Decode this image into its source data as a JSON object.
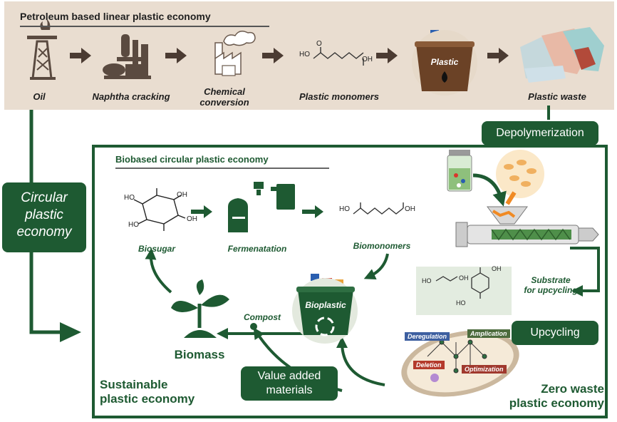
{
  "top": {
    "title": "Petroleum based linear plastic economy",
    "steps": {
      "oil": "Oil",
      "naphtha": "Naphtha cracking",
      "chem1": "Chemical",
      "chem2": "conversion",
      "monomers": "Plastic monomers",
      "waste": "Plastic waste"
    },
    "bucket": "Plastic"
  },
  "mono": {
    "ho": "HO",
    "oh": "OH",
    "o": "O"
  },
  "circ": {
    "title": "Biobased circular plastic economy",
    "biosugar": "Biosugar",
    "ferment": "Fermenatation",
    "biomonomers": "Biomonomers",
    "bioplastic": "Bioplastic",
    "compost": "Compost",
    "biomass": "Biomass"
  },
  "sugar": {
    "oh": "OH",
    "ho": "HO"
  },
  "side": {
    "l1": "Circular",
    "l2": "plastic",
    "l3": "economy"
  },
  "pills": {
    "depoly": "Depolymerization",
    "upcycling": "Upcycling",
    "value1": "Value added",
    "value2": "materials"
  },
  "substrate": {
    "l1": "Substrate",
    "l2": "for upcycling"
  },
  "chem": {
    "ho": "HO",
    "oh": "OH"
  },
  "cell": {
    "deregulation": "Deregulation",
    "amplication": "Amplication",
    "deletion": "Deletion",
    "optimization": "Optimization"
  },
  "footer": {
    "sust1": "Sustainable",
    "sust2": "plastic economy",
    "zero1": "Zero waste",
    "zero2": "plastic economy"
  },
  "colors": {
    "green": "#1e5a32",
    "band": "#e9ddd0",
    "arrow": "#4b3b32",
    "brown": "#6b4226"
  }
}
